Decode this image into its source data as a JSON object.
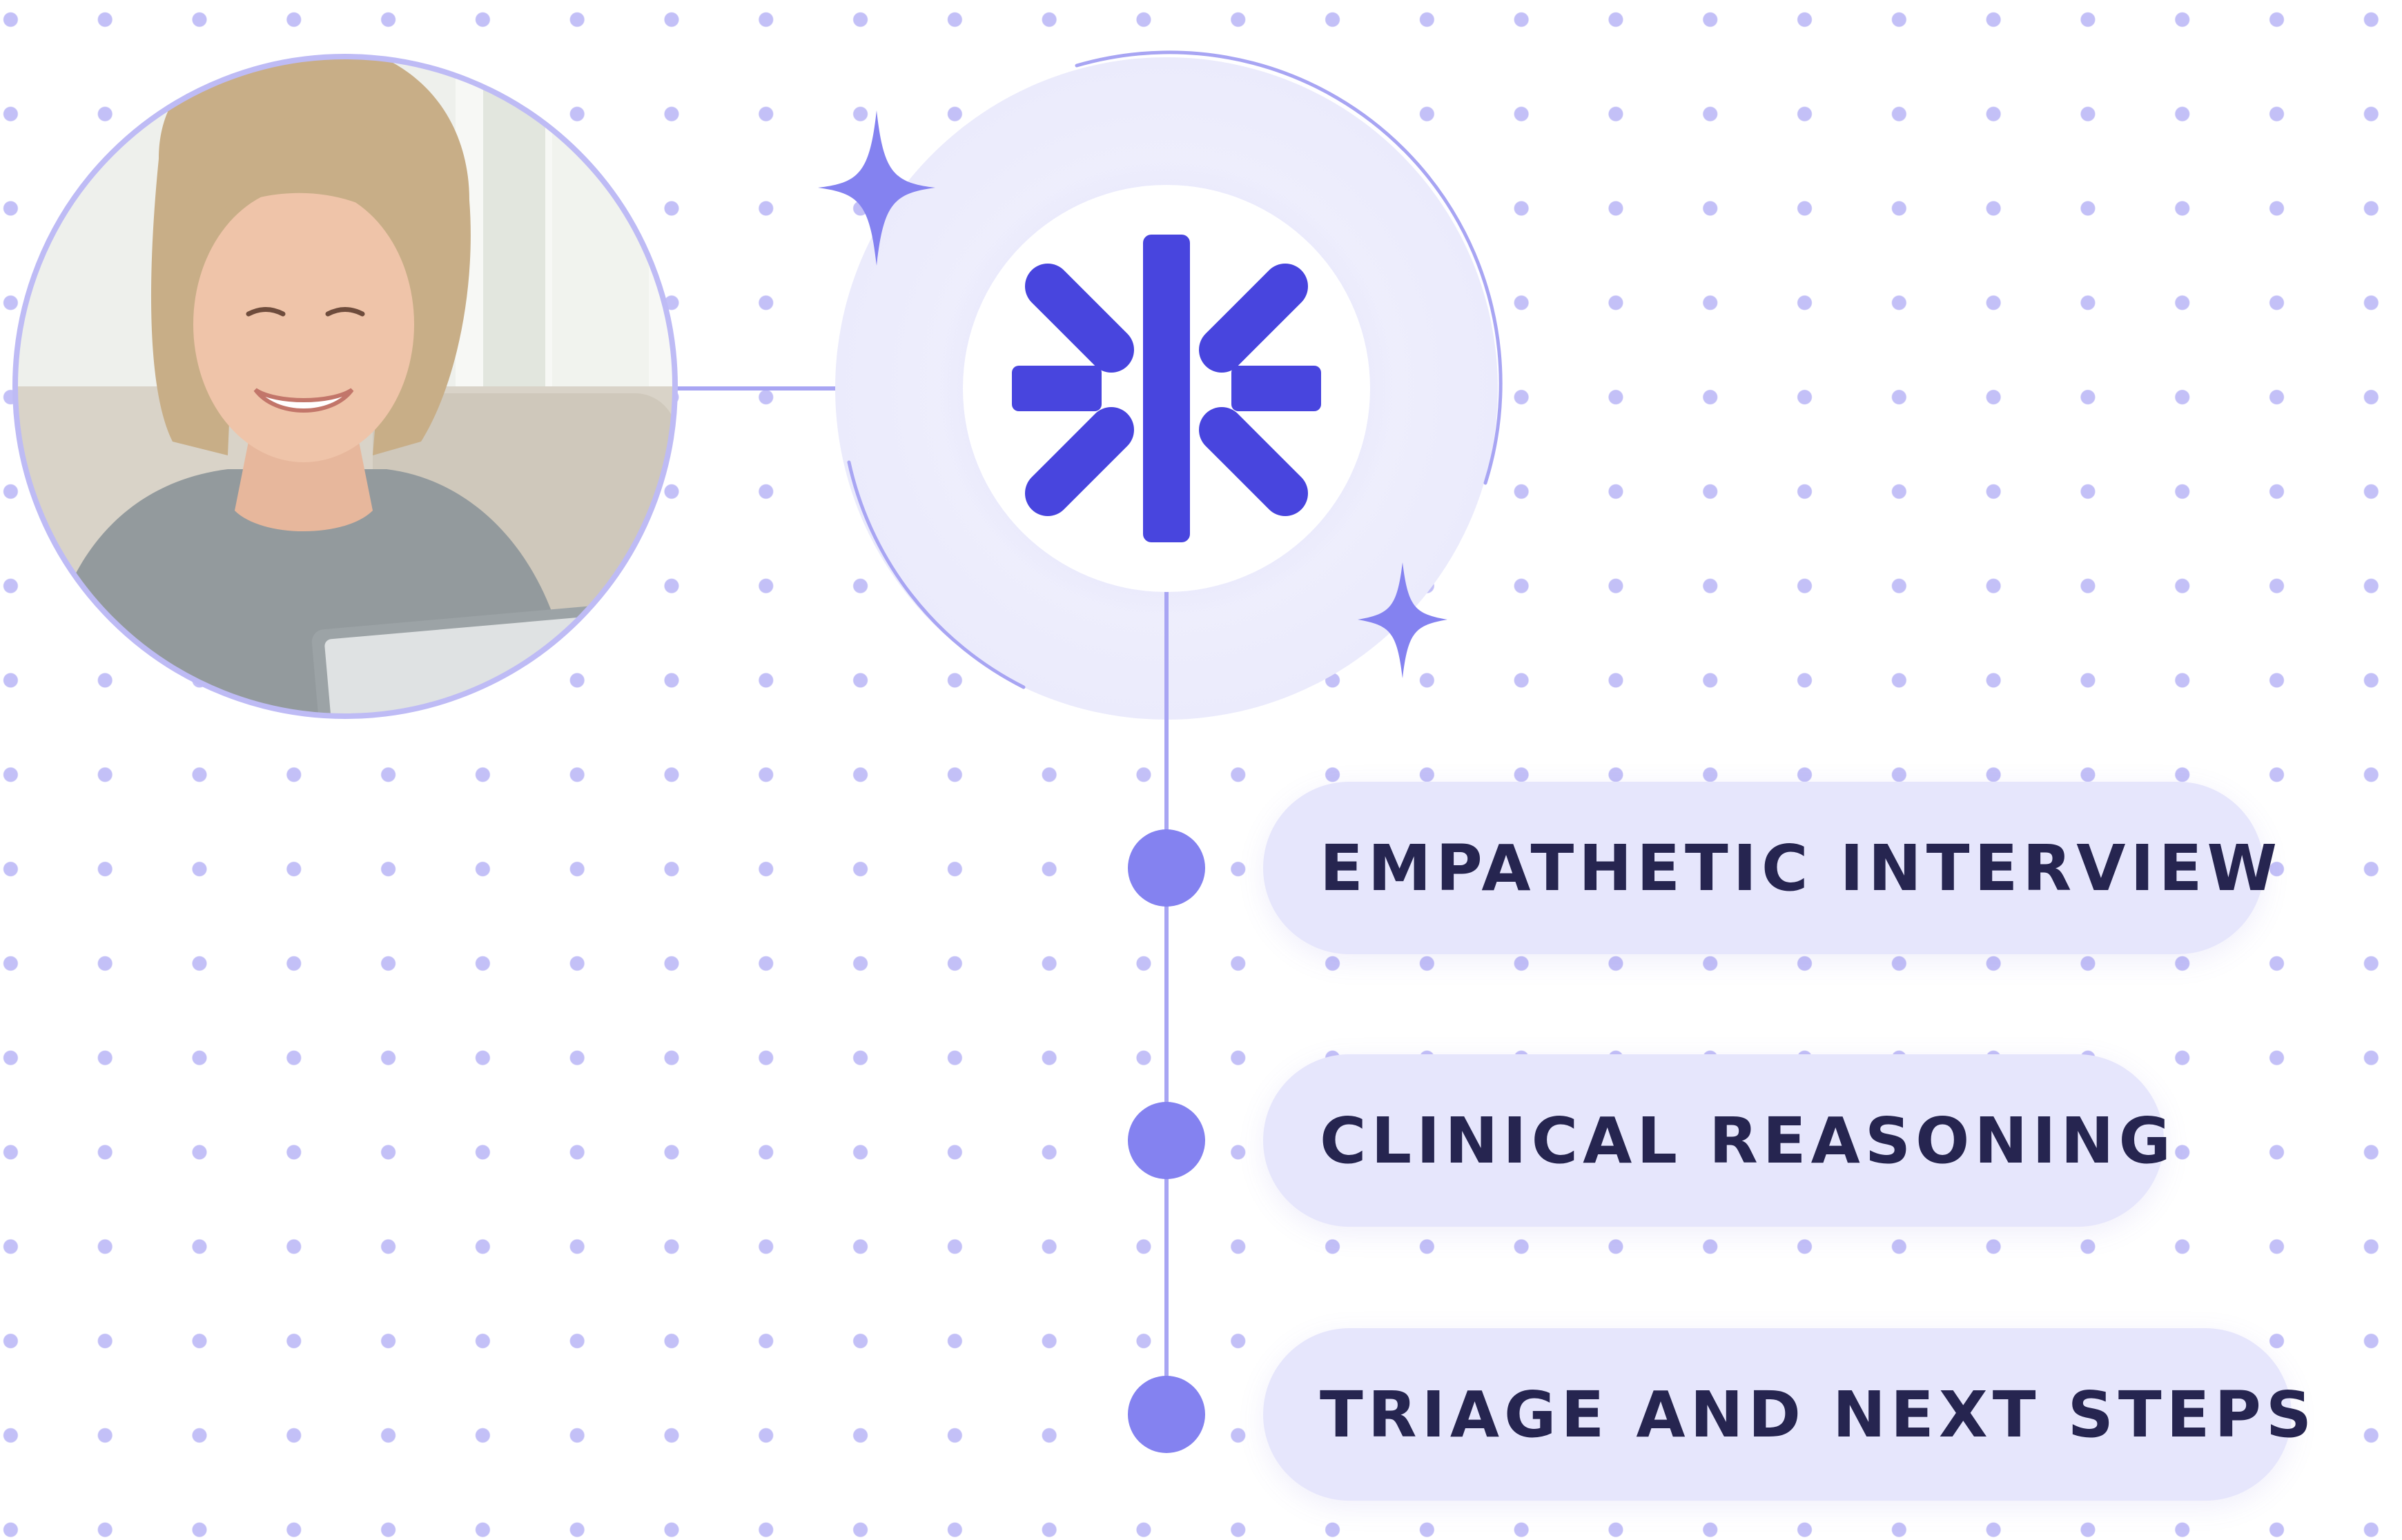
{
  "steps": [
    {
      "label": "EMPATHETIC INTERVIEW"
    },
    {
      "label": "CLINICAL REASONING"
    },
    {
      "label": "TRIAGE AND NEXT STEPS"
    }
  ],
  "colors": {
    "accent": "#4845de",
    "node": "#8482f0",
    "line": "#a8a5f3",
    "pill": "#e6e6fc",
    "text": "#262550",
    "dot": "#c3c0f7"
  },
  "icons": {
    "logo": "asterisk-burst-logo",
    "sparkles": "four-point-star-icon",
    "photo": "smiling-woman-with-tablet-avatar"
  }
}
